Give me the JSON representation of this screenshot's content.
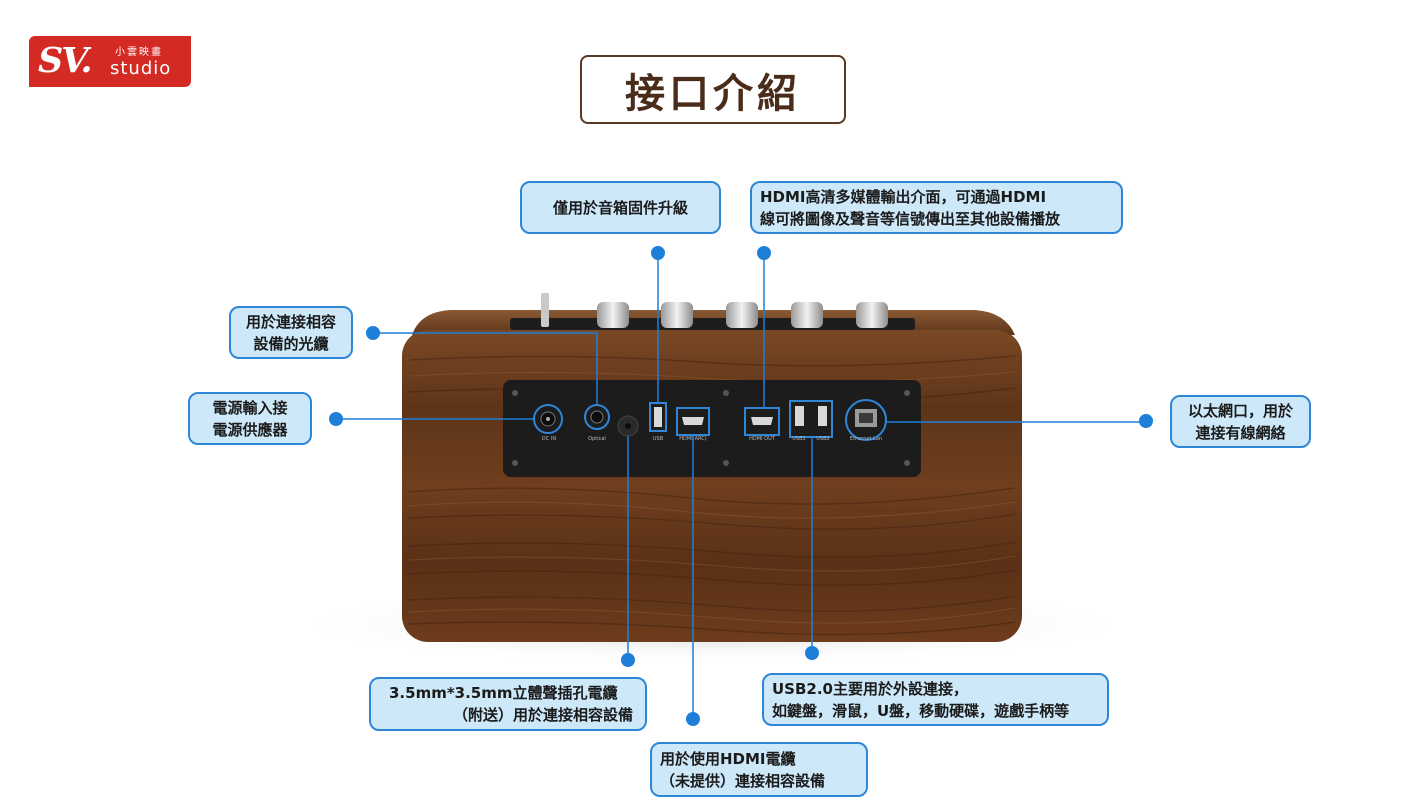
{
  "brand": {
    "mark": "SV.",
    "chinese": "小雲映畫",
    "studio": "studio"
  },
  "title": "接口介紹",
  "port_labels": {
    "dc_in": "DC IN",
    "optical": "Optical",
    "usb": "USB",
    "hdmi_arc": "HDMI(ARC)",
    "hdmi_out": "HDMI OUT",
    "usb1": "USB1",
    "usb2": "USB2",
    "ethernet": "Ethernet Lan"
  },
  "callouts": {
    "firmware": {
      "line1": "僅用於音箱固件升級"
    },
    "hdmi_out": {
      "line1": "HDMI高清多媒體輸出介面，可通過HDMI",
      "line2": "線可將圖像及聲音等信號傳出至其他設備播放"
    },
    "optical": {
      "line1": "用於連接相容",
      "line2": "設備的光纜"
    },
    "power": {
      "line1": "電源輸入接",
      "line2": "電源供應器"
    },
    "ethernet": {
      "line1": "以太網口，用於",
      "line2": "連接有線網絡"
    },
    "aux": {
      "line1": "3.5mm*3.5mm立體聲插孔電纜",
      "line2": "（附送）用於連接相容設備"
    },
    "usb2": {
      "line1": "USB2.0主要用於外設連接，",
      "line2": "如鍵盤，滑鼠，U盤，移動硬碟，遊戲手柄等"
    },
    "hdmi_arc": {
      "line1": "用於使用HDMI電纜",
      "line2": "（未提供）連接相容設備"
    }
  },
  "colors": {
    "brand_red": "#d32a24",
    "callout_fill": "#cde8f9",
    "callout_border": "#2f86d6",
    "leader_line": "#1e7fd9",
    "wood": "#6b3d1f",
    "panel": "#1c1c1c"
  }
}
